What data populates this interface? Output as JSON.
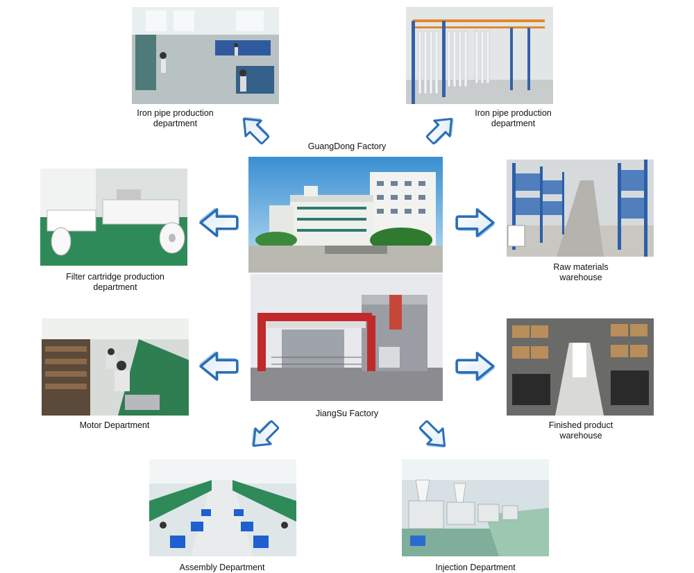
{
  "center": {
    "top_label": "GuangDong Factory",
    "bottom_label": "JiangSu Factory"
  },
  "departments": {
    "iron_pipe_left": "Iron pipe production department",
    "iron_pipe_right": "Iron pipe production department",
    "filter_cartridge": "Filter cartridge production department",
    "raw_materials": "Raw materials warehouse",
    "motor": "Motor Department",
    "finished_product": "Finished product warehouse",
    "assembly": "Assembly Department",
    "injection": "Injection Department"
  },
  "colors": {
    "arrow_fill": "#ffffff",
    "arrow_stroke": "#2a6fb5",
    "arrow_shadow": "#9fc6ea"
  }
}
